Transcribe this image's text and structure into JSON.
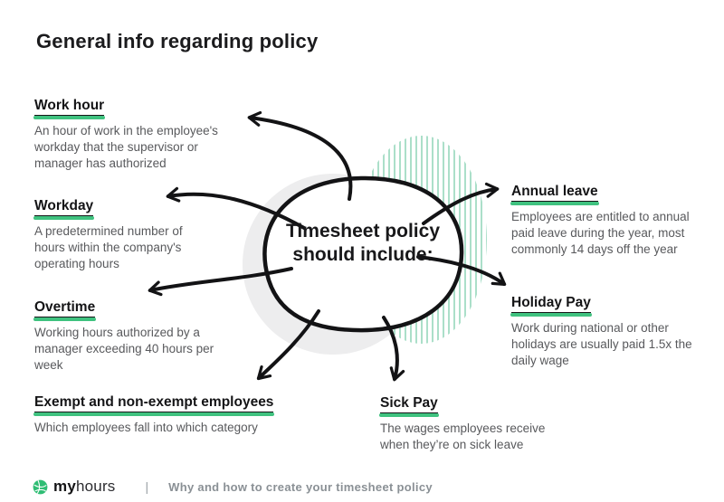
{
  "title": "General info regarding policy",
  "center": {
    "label": "Timesheet policy should include:"
  },
  "items": [
    {
      "title": "Work hour",
      "body": "An hour of work in the employee's workday that the supervisor or manager has authorized"
    },
    {
      "title": "Workday",
      "body": "A predetermined number of hours within the company's operating hours"
    },
    {
      "title": "Overtime",
      "body": "Working hours authorized by a manager exceeding 40 hours per week"
    },
    {
      "title": "Exempt and non-exempt employees",
      "body": "Which employees fall into which category"
    },
    {
      "title": "Sick Pay",
      "body": "The wages employees receive when they’re on sick leave"
    },
    {
      "title": "Annual leave",
      "body": "Employees are entitled to annual paid leave during the year, most commonly 14 days off the year"
    },
    {
      "title": "Holiday Pay",
      "body": "Work during national or other holidays are usually paid 1.5x the daily wage"
    }
  ],
  "footer": {
    "brand_bold": "my",
    "brand_light": "hours",
    "separator": "|",
    "tagline": "Why and how to create your timesheet policy"
  },
  "colors": {
    "accent_green": "#2fbd74",
    "stripe_green": "#abdfc9",
    "blob_gray": "#ededee",
    "heading_ink": "#1b1b1d",
    "body_gray": "#58595c",
    "footer_gray": "#8a9095"
  }
}
